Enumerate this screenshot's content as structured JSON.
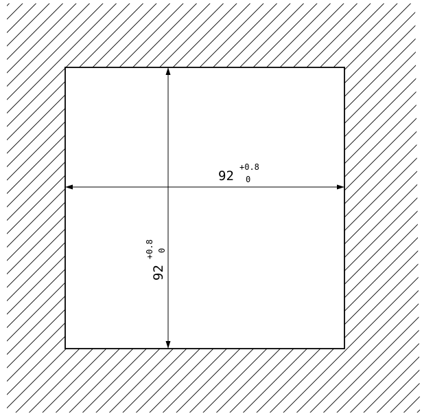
{
  "drawing": {
    "line_color": "#000000",
    "background_color": "#ffffff",
    "horizontal_dimension": {
      "nominal": "92",
      "upper_tolerance": "+0.8",
      "lower_tolerance": "0"
    },
    "vertical_dimension": {
      "nominal": "92",
      "upper_tolerance": "+0.8",
      "lower_tolerance": "0"
    }
  }
}
